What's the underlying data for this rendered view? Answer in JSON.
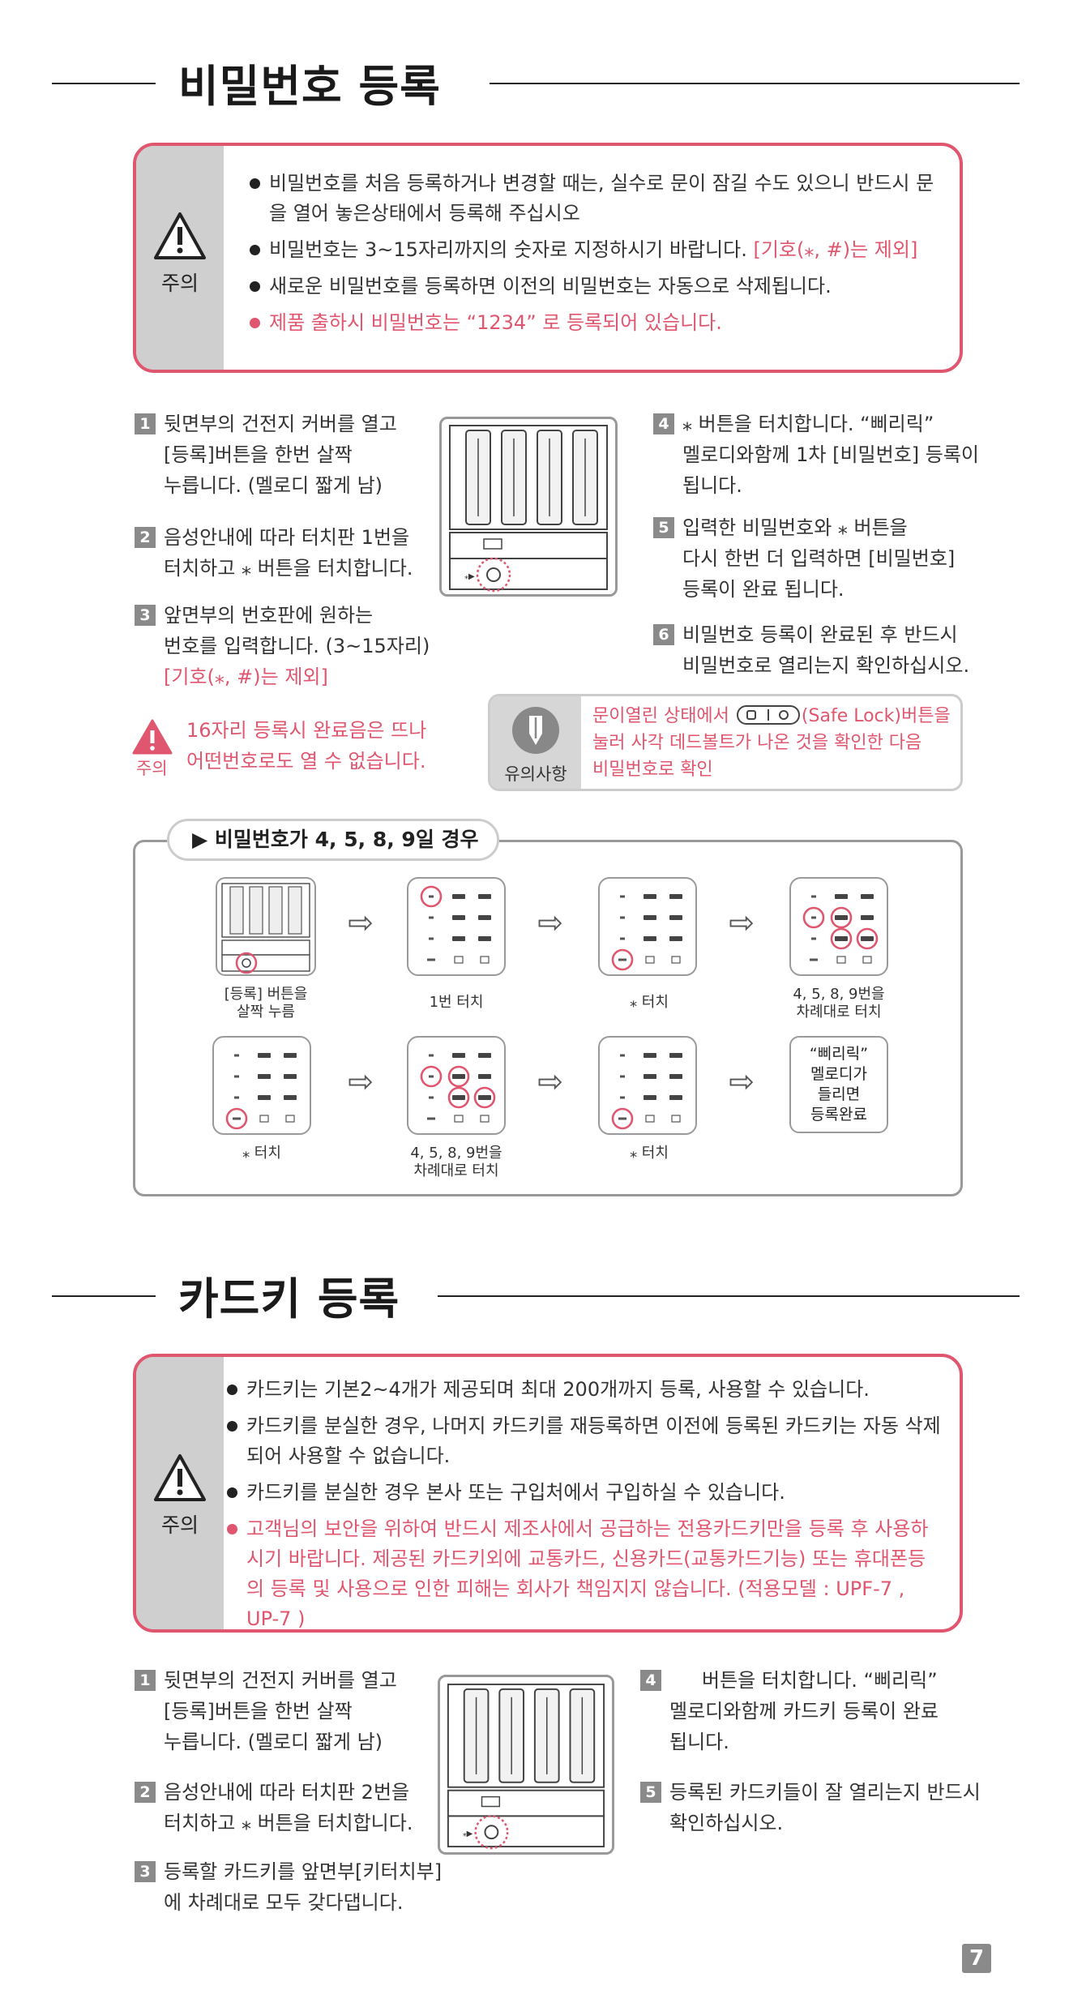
{
  "sec1": {
    "title": "비밀번호 등록",
    "caution_label": "주의",
    "caution_lines": [
      "비밀번호를 처음 등록하거나 변경할 때는, 실수로 문이 잠길 수도 있으니 반드시 문을 열어 놓은상태에서 등록해 주십시오",
      "비밀번호는 3~15자리까지의 숫자로 지정하시기 바랍니다.",
      "새로운 비밀번호를 등록하면 이전의 비밀번호는 자동으로 삭제됩니다.",
      "제품 출하시 비밀번호는 “1234” 로 등록되어 있습니다."
    ],
    "caution_line2_red": "[기호(⁎, #)는 제외]",
    "steps": {
      "s1_num": "1",
      "s1_l1": "뒷면부의 건전지 커버를 열고",
      "s1_l2": "[등록]버튼을 한번 살짝",
      "s1_l3": "누릅니다. (멜로디 짧게 남)",
      "s2_num": "2",
      "s2_l1": "음성안내에 따라 터치판 1번을",
      "s2_l2": "터치하고 ⁎ 버튼을 터치합니다.",
      "s3_num": "3",
      "s3_l1": "앞면부의 번호판에 원하는",
      "s3_l2": "번호를 입력합니다. (3~15자리)",
      "s3_l3": "[기호(⁎, #)는 제외]",
      "s4_num": "4",
      "s4_l1": "⁎ 버튼을 터치합니다. “삐리릭”",
      "s4_l2": "멜로디와함께 1차 [비밀번호] 등록이",
      "s4_l3": "됩니다.",
      "s5_num": "5",
      "s5_l1": "입력한 비밀번호와 ⁎ 버튼을",
      "s5_l2": "다시 한번 더 입력하면 [비밀번호]",
      "s5_l3": "등록이 완료 됩니다.",
      "s6_num": "6",
      "s6_l1": "비밀번호 등록이 완료된 후 반드시",
      "s6_l2": "비밀번호로 열리는지 확인하십시오."
    },
    "warn_label": "주의",
    "warn_l1": "16자리 등록시 완료음은 뜨나",
    "warn_l2": "어떤번호로도 열 수 없습니다.",
    "notice_label": "유의사항",
    "notice_l1_a": "문이열린 상태에서",
    "notice_l1_b": "(Safe Lock)버튼을",
    "notice_l2": "눌러 사각 데드볼트가 나온 것을 확인한 다음",
    "notice_l3": "비밀번호로 확인",
    "example_title": "▶ 비밀번호가 4, 5, 8, 9일 경우",
    "ex_caps": {
      "c1a": "[등록] 버튼을",
      "c1b": "살짝 누름",
      "c2": "1번 터치",
      "c3": "⁎ 터치",
      "c4a": "4, 5, 8, 9번을",
      "c4b": "차례대로 터치",
      "c5": "⁎ 터치",
      "c6a": "4, 5, 8, 9번을",
      "c6b": "차례대로 터치",
      "c7": "⁎ 터치"
    },
    "done_box": {
      "l1": "“삐리릭”",
      "l2": "멜로디가",
      "l3": "들리면",
      "l4": "등록완료"
    }
  },
  "sec2": {
    "title": "카드키 등록",
    "caution_label": "주의",
    "caution_lines": [
      "카드키는 기본2~4개가 제공되며 최대 200개까지 등록, 사용할 수 있습니다.",
      "카드키를 분실한 경우, 나머지 카드키를 재등록하면 이전에 등록된 카드키는 자동 삭제 되어 사용할 수 없습니다.",
      "카드키를 분실한 경우 본사 또는 구입처에서 구입하실 수 있습니다.",
      "고객님의 보안을 위하여 반드시 제조사에서 공급하는 전용카드키만을 등록 후 사용하시기 바랍니다. 제공된 카드키외에 교통카드, 신용카드(교통카드기능) 또는 휴대폰등의 등록 및 사용으로 인한 피해는 회사가 책임지지 않습니다. (적용모델 : UPF-7 , UP-7 )"
    ],
    "steps": {
      "s1_num": "1",
      "s1_l1": "뒷면부의 건전지 커버를 열고",
      "s1_l2": "[등록]버튼을 한번 살짝",
      "s1_l3": "누릅니다. (멜로디 짧게 남)",
      "s2_num": "2",
      "s2_l1": "음성안내에 따라 터치판 2번을",
      "s2_l2": "터치하고 ⁎ 버튼을 터치합니다.",
      "s3_num": "3",
      "s3_l1": "등록할 카드키를 앞면부[키터치부]",
      "s3_l2": "에  차례대로 모두 갖다댑니다.",
      "s4_num": "4",
      "s4_l1": "버튼을 터치합니다. “삐리릭”",
      "s4_l2": "멜로디와함께 카드키 등록이 완료",
      "s4_l3": "됩니다.",
      "s5_num": "5",
      "s5_l1": "등록된 카드키들이 잘 열리는지 반드시",
      "s5_l2": "확인하십시오."
    }
  },
  "page_number": "7",
  "colors": {
    "accent": "#e0566e",
    "gray": "#cfcfcf",
    "dark": "#222222"
  }
}
